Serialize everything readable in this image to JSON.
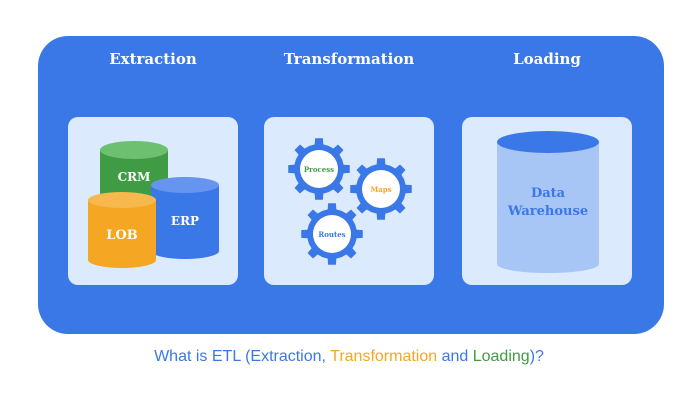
{
  "columns": [
    {
      "title": "Extraction"
    },
    {
      "title": "Transformation"
    },
    {
      "title": "Loading"
    }
  ],
  "extraction": {
    "crm": "CRM",
    "lob": "LOB",
    "erp": "ERP"
  },
  "transformation": {
    "process": "Process",
    "maps": "Maps",
    "routes": "Routes"
  },
  "loading": {
    "line1": "Data",
    "line2": "Warehouse"
  },
  "caption": {
    "part1": "What is ETL (Extraction, ",
    "part2": "Transformation",
    "part3": " and ",
    "part4": "Loading",
    "part5": ")?"
  },
  "colors": {
    "panel": "#3b78e7",
    "box": "#dbeafc",
    "green": "#3f9b44",
    "orange": "#f5a623",
    "blue": "#3b78e7",
    "warehouse": "#a7c5f5"
  }
}
